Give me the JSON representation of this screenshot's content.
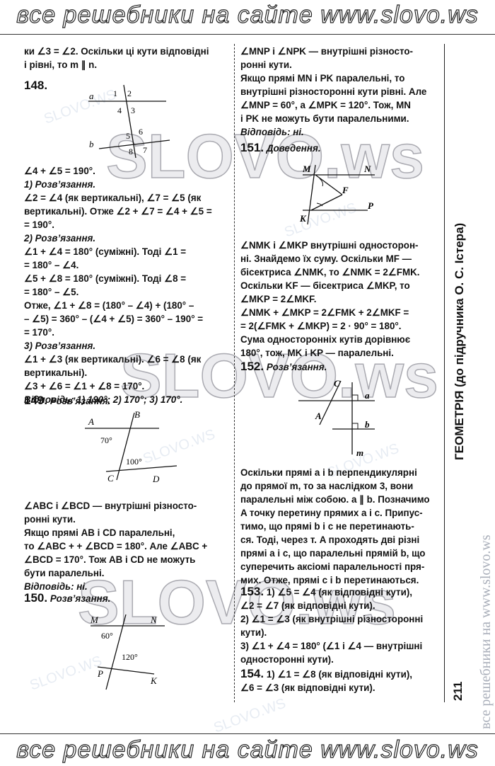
{
  "banner_top": "все решебники на сайте www.slovo.ws",
  "banner_bottom": "все решебники на сайте www.slovo.ws",
  "watermark_small": "SLOVO.WS",
  "watermark_big": "SLOVO.ws",
  "side_watermark": "все решебники на www.slovo.ws",
  "side_title": "ГЕОМЕТРІЯ (до підручника О. С. Істера)",
  "page_number": "211",
  "left": {
    "l1": "ки ∠3 = ∠2. Оскільки ці кути відповідні",
    "l2": "і рівні, то m ∥ n.",
    "n148": "148.",
    "d148": {
      "a": "a",
      "b": "b",
      "n1": "1",
      "n2": "2",
      "n3": "3",
      "n4": "4",
      "n5": "5",
      "n6": "6",
      "n7": "7",
      "n8": "8"
    },
    "l3": "∠4 + ∠5 = 190°.",
    "l4": "1) Розв’язання.",
    "l5": "∠2 = ∠4 (як вертикальні), ∠7 = ∠5 (як",
    "l6": "вертикальні). Отже ∠2 + ∠7 = ∠4 + ∠5 =",
    "l7": "= 190°.",
    "l8": "2) Розв’язання.",
    "l9": "∠1 + ∠4 = 180° (суміжні). Тоді ∠1 =",
    "l10": "= 180° – ∠4.",
    "l11": "∠5 + ∠8 = 180° (суміжні). Тоді ∠8 =",
    "l12": "= 180° – ∠5.",
    "l13": "Отже, ∠1 + ∠8 = (180° – ∠4) + (180° –",
    "l14": "– ∠5) = 360° – (∠4 + ∠5) = 360° – 190° =",
    "l15": "= 170°.",
    "l16": "3) Розв’язання.",
    "l17": "∠1 + ∠3 (як вертикальні). ∠6 = ∠8 (як",
    "l18": "вертикальні).",
    "l19": "∠3 + ∠6 = ∠1 + ∠8 = 170°.",
    "l20": "Відповідь: 1) 190°; 2) 170°; 3) 170°.",
    "n149": "149.",
    "t149": "Розв’язання.",
    "d149": {
      "A": "A",
      "B": "B",
      "C": "C",
      "D": "D",
      "a70": "70°",
      "a100": "100°"
    },
    "l21": "∠ABC і ∠BCD — внутрішні різносто-",
    "l22": "ронні кути.",
    "l23": "Якщо прямі AB і CD паралельні,",
    "l24": "то ∠ABC + + ∠BCD = 180°. Але ∠ABC +",
    "l25": "∠BCD = 170°. Тож AB і CD не можуть",
    "l26": "бути паралельні.",
    "l27": "Відповідь: ні.",
    "n150": "150.",
    "t150": "Розв’язання.",
    "d150": {
      "M": "M",
      "N": "N",
      "P": "P",
      "K": "K",
      "a60": "60°",
      "a120": "120°"
    }
  },
  "right": {
    "r1": "∠MNP і ∠NPK — внутрішні різносто-",
    "r2": "ронні кути.",
    "r3": "Якщо прямі MN і PK паралельні, то",
    "r4": "внутрішні різносторонні кути рівні. Але",
    "r5": "∠MNP = 60°, а ∠MPK = 120°. Тож, MN",
    "r6": "і PK не можуть бути паралельними.",
    "r7": "Відповідь: ні.",
    "n151": "151.",
    "t151": "Доведення.",
    "d151": {
      "M": "M",
      "N": "N",
      "F": "F",
      "K": "K",
      "P": "P"
    },
    "r8": "∠NMK і ∠MKP внутрішні односторон-",
    "r9": "ні. Знайдемо їх суму. Оскільки MF —",
    "r10": "бісектриса ∠NMK, то ∠NMK = 2∠FMK.",
    "r11": "Оскільки KF — бісектриса ∠MKP, то",
    "r12": "∠MKP = 2∠MKF.",
    "r13": "∠NMK + ∠MKP = 2∠FMK + 2∠MKF =",
    "r14": "= 2(∠FMK + ∠MKP) = 2 · 90° = 180°.",
    "r15": "Сума односторонніх кутів дорівнює",
    "r16": "180°, тож, MK і KP — паралельні.",
    "n152": "152.",
    "t152": "Розв’язання.",
    "d152": {
      "C": "C",
      "A": "A",
      "a": "a",
      "b": "b",
      "m": "m"
    },
    "r17": "Оскільки прямі a і b перпендикулярні",
    "r18": "до прямої m, то за наслідком 3, вони",
    "r19": "паралельні між собою. a ∥ b. Позначимо",
    "r20": "A точку перетину прямих a і c. Припус-",
    "r21": "тимо, що прямі b і c не перетинають-",
    "r22": "ся. Тоді, через т. A проходять дві різні",
    "r23": "прямі a і c, що паралельні прямій b, що",
    "r24": "суперечить аксіомі паралельності пря-",
    "r25": "мих. Отже, прямі c і b перетинаються.",
    "n153": "153.",
    "r26": "1) ∠5 = ∠4 (як відповідні кути),",
    "r27": "∠2 = ∠7 (як відповідні кути).",
    "r28": "2) ∠1 = ∠3 (як внутрішні різносторонні",
    "r29": "кути).",
    "r30": "3) ∠1 + ∠4 = 180° (∠1 і ∠4 — внутрішні",
    "r31": "односторонні кути).",
    "n154": "154.",
    "r32": "1) ∠1 = ∠8 (як відповідні кути),",
    "r33": "∠6 = ∠3 (як відповідні кути)."
  }
}
